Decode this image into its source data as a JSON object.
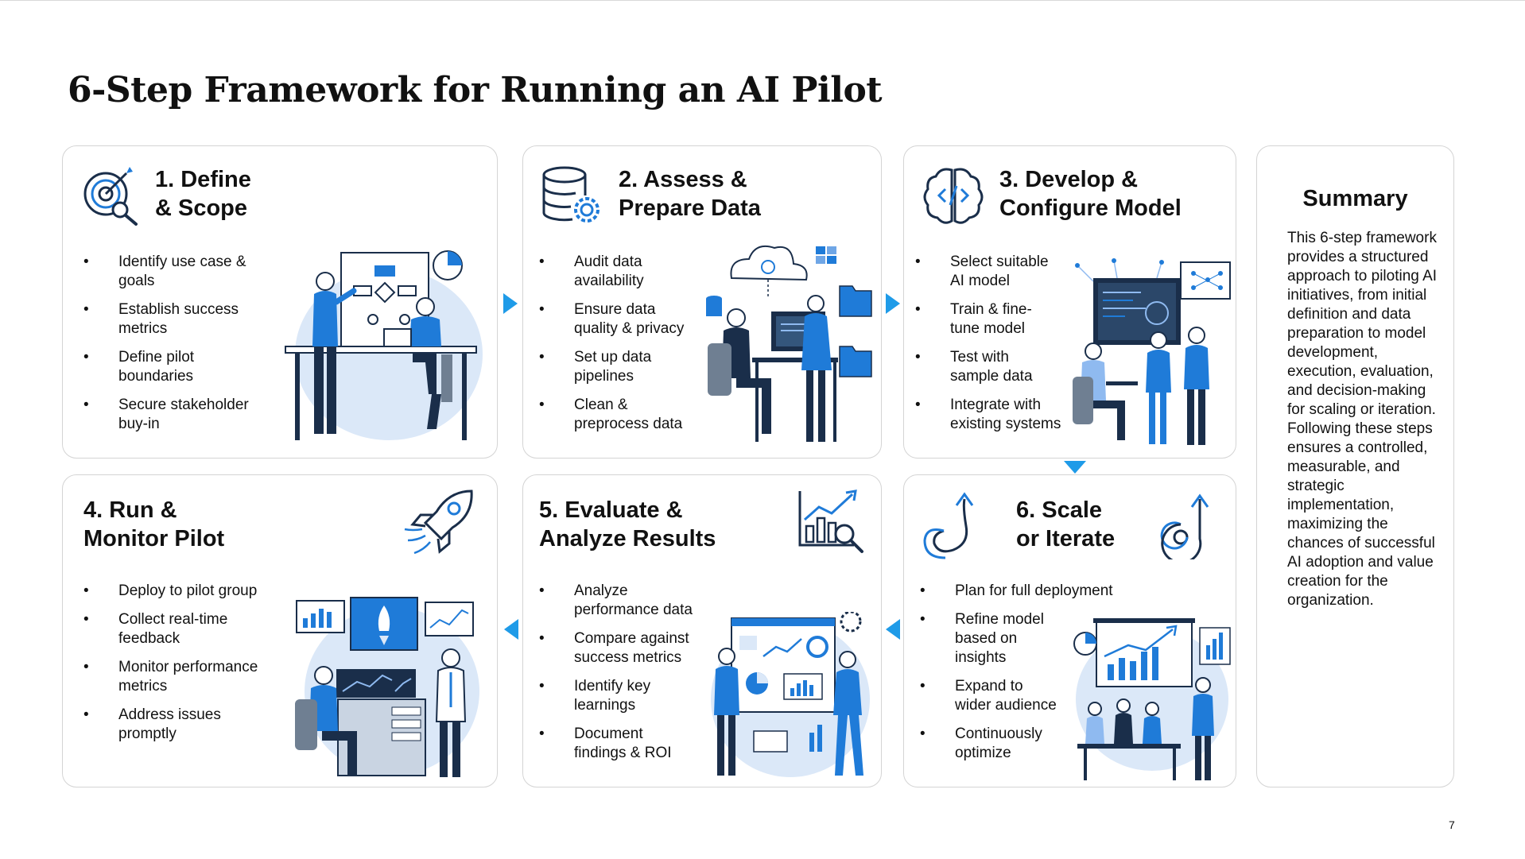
{
  "page": {
    "title": "6-Step Framework for Running an AI Pilot",
    "page_number": "7"
  },
  "colors": {
    "accent": "#1f7bd8",
    "navy": "#1a2e4a",
    "light_blue": "#dbe8f8",
    "border": "#d4d4d4"
  },
  "steps": [
    {
      "title": "1. Define\n& Scope",
      "icon": "target-magnifier-icon",
      "bullets": [
        "Identify use case &\ngoals",
        "Establish success\nmetrics",
        "Define pilot\nboundaries",
        "Secure stakeholder\nbuy-in"
      ]
    },
    {
      "title": "2. Assess &\nPrepare Data",
      "icon": "database-gear-icon",
      "bullets": [
        "Audit data\navailability",
        "Ensure data\nquality & privacy",
        "Set up data\npipelines",
        "Clean &\npreprocess data"
      ]
    },
    {
      "title": "3. Develop &\nConfigure Model",
      "icon": "brain-code-icon",
      "bullets": [
        "Select suitable\nAI model",
        "Train & fine-\ntune model",
        "Test with\nsample data",
        "Integrate with\nexisting systems"
      ]
    },
    {
      "title": "4. Run &\nMonitor Pilot",
      "icon": "rocket-icon",
      "bullets": [
        "Deploy to pilot group",
        "Collect real-time\nfeedback",
        "Monitor performance\nmetrics",
        "Address issues\npromptly"
      ]
    },
    {
      "title": "5. Evaluate &\nAnalyze Results",
      "icon": "chart-magnifier-icon",
      "bullets": [
        "Analyze\nperformance data",
        "Compare against\nsuccess metrics",
        "Identify key\nlearnings",
        "Document\nfindings & ROI"
      ]
    },
    {
      "title": "6. Scale\nor Iterate",
      "icon": "spiral-arrow-icon",
      "bullets": [
        "Plan for full deployment",
        "Refine model\nbased on\ninsights",
        "Expand to\nwider audience",
        "Continuously\noptimize"
      ]
    }
  ],
  "summary": {
    "title": "Summary",
    "text": "This 6-step framework provides a structured approach to piloting AI initiatives, from initial definition and data preparation to model development, execution, evaluation, and decision-making for scaling or iteration. Following these steps ensures a controlled, measurable, and strategic implementation, maximizing the chances of successful AI adoption and value creation for the organization."
  }
}
